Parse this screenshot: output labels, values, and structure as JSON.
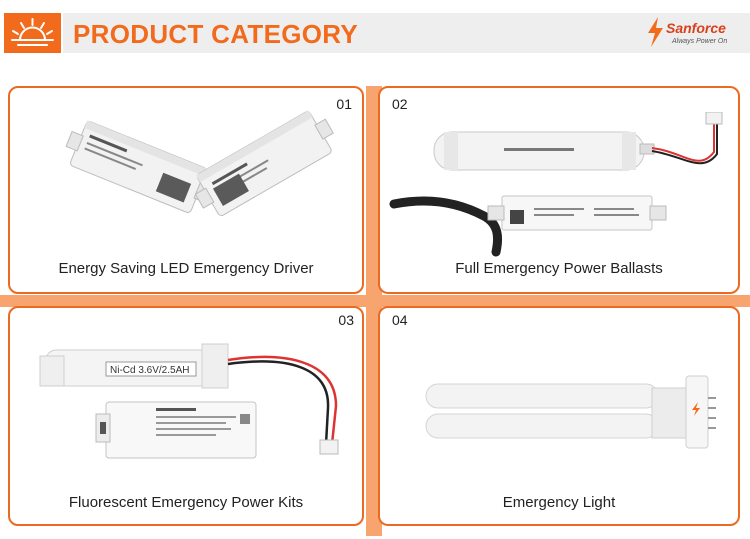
{
  "header": {
    "title": "PRODUCT CATEGORY",
    "brand_name": "Sanforce",
    "brand_tagline": "Always Power On",
    "accent": "#f26b1d"
  },
  "products": [
    {
      "number": "01",
      "caption": "Energy Saving LED Emergency Driver",
      "image_icon": "led-driver-image"
    },
    {
      "number": "02",
      "caption": "Full Emergency Power Ballasts",
      "image_icon": "ballast-image"
    },
    {
      "number": "03",
      "caption": "Fluorescent Emergency Power Kits",
      "image_icon": "power-kit-image"
    },
    {
      "number": "04",
      "caption": "Emergency Light",
      "image_icon": "emergency-light-image"
    }
  ]
}
